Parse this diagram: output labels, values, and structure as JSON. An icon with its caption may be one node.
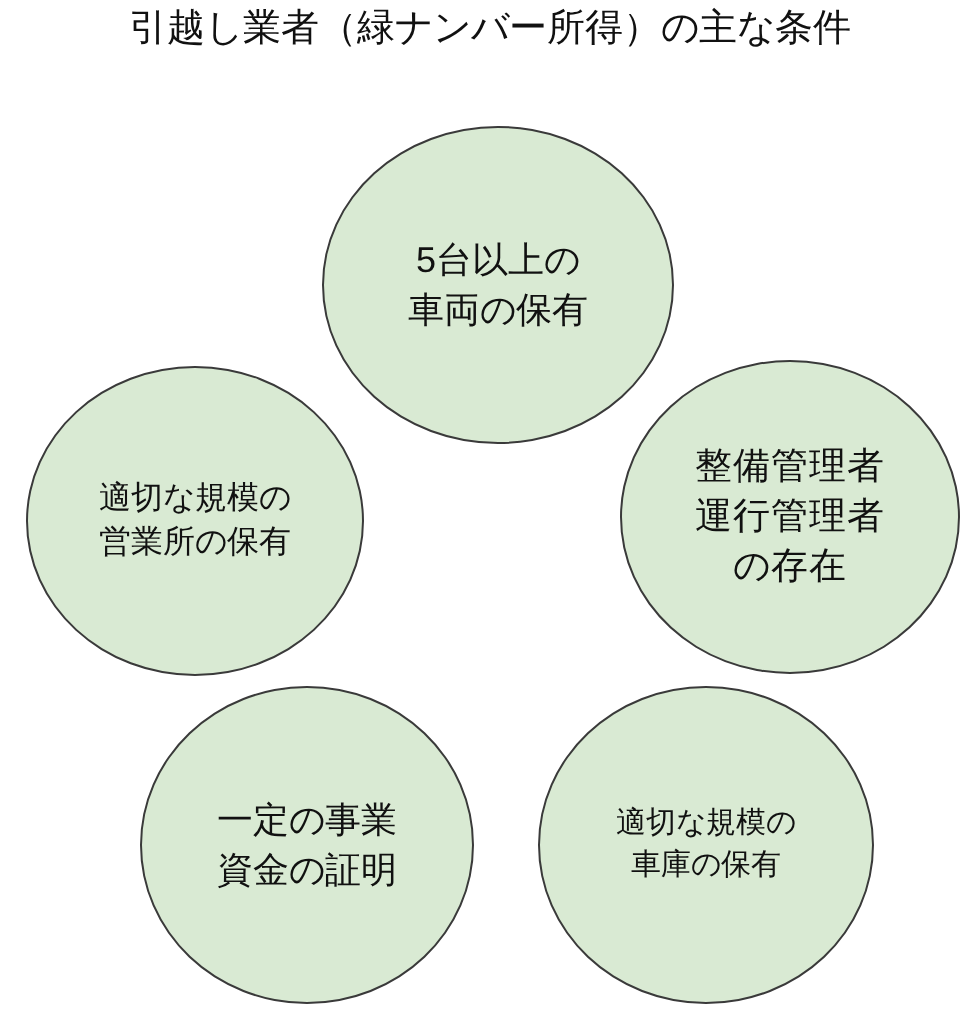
{
  "diagram": {
    "title": "引越し業者（緑ナンバー所得）の主な条件",
    "nodes": [
      {
        "text": [
          "5台以上の車両の保有"
        ]
      },
      {
        "text": [
          "適切な規模の営業所の保有"
        ]
      },
      {
        "text": [
          "整備管理者運行管理者の存在"
        ]
      },
      {
        "text": [
          "一定の事業資金の証明"
        ]
      },
      {
        "text": [
          "適切な規模の車庫の保有"
        ]
      }
    ]
  }
}
